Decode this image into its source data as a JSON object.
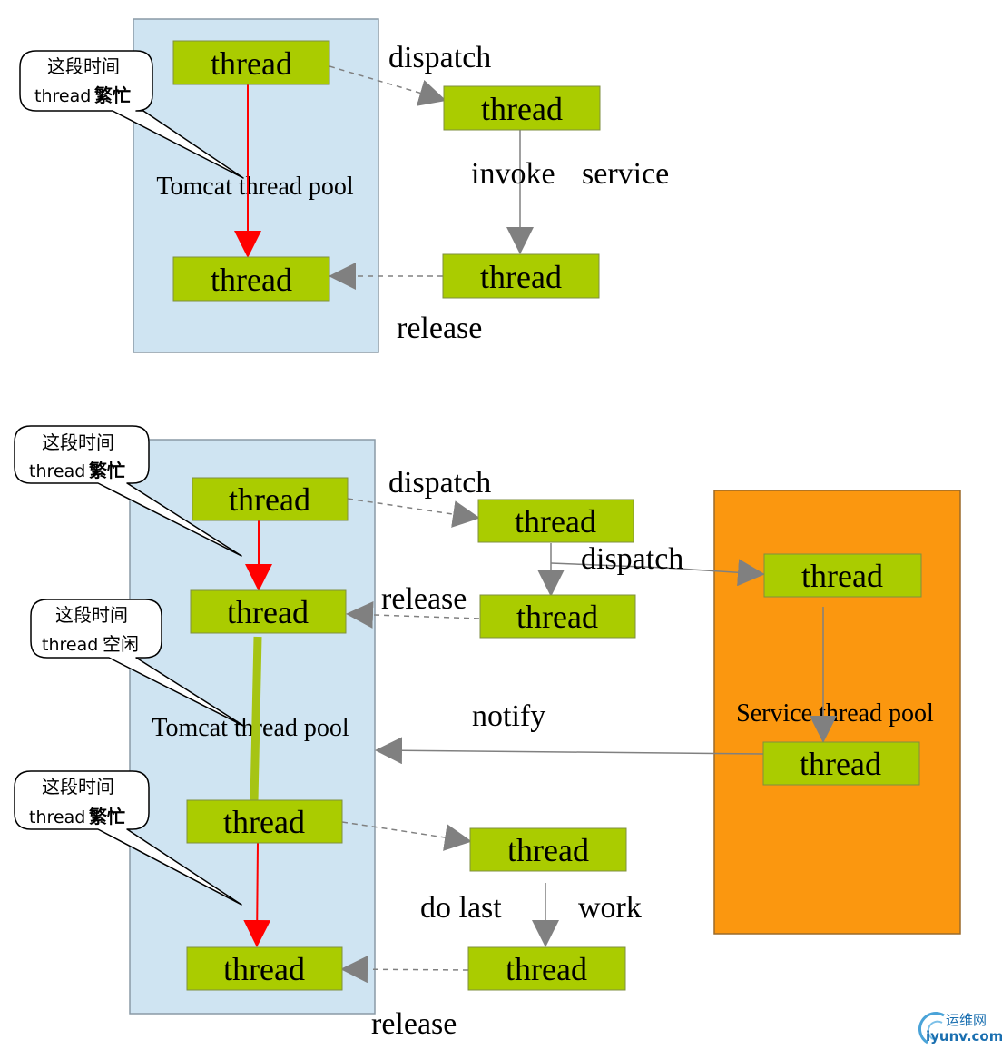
{
  "diagram1": {
    "pool_label": "Tomcat thread pool",
    "thread_label": "thread",
    "dispatch_label": "dispatch",
    "invoke_label": "invoke",
    "service_label": "service",
    "release_label": "release",
    "callout": {
      "line1": "这段时间",
      "line2_word": "thread",
      "line2_state": "繁忙"
    }
  },
  "diagram2": {
    "pool_label": "Tomcat thread pool",
    "service_pool_label": "Service thread pool",
    "thread_label": "thread",
    "dispatch_label": "dispatch",
    "dispatch2_label": "dispatch",
    "release_label": "release",
    "release2_label": "release",
    "notify_label": "notify",
    "do_last_label": "do last",
    "work_label": "work",
    "callout_busy_1": {
      "line1": "这段时间",
      "line2_word": "thread",
      "line2_state": "繁忙"
    },
    "callout_idle": {
      "line1": "这段时间",
      "line2_word": "thread",
      "line2_state": "空闲"
    },
    "callout_busy_2": {
      "line1": "这段时间",
      "line2_word": "thread",
      "line2_state": "繁忙"
    }
  },
  "watermark": {
    "text1": "运维网",
    "text2": "iyunv.com"
  },
  "colors": {
    "pool_bg": "#cfe4f2",
    "service_pool_bg": "#fb970f",
    "thread_box": "#aacc00",
    "busy_arrow": "#ff0000",
    "idle_bar": "#a6c414",
    "flow_arrow": "#808080"
  }
}
